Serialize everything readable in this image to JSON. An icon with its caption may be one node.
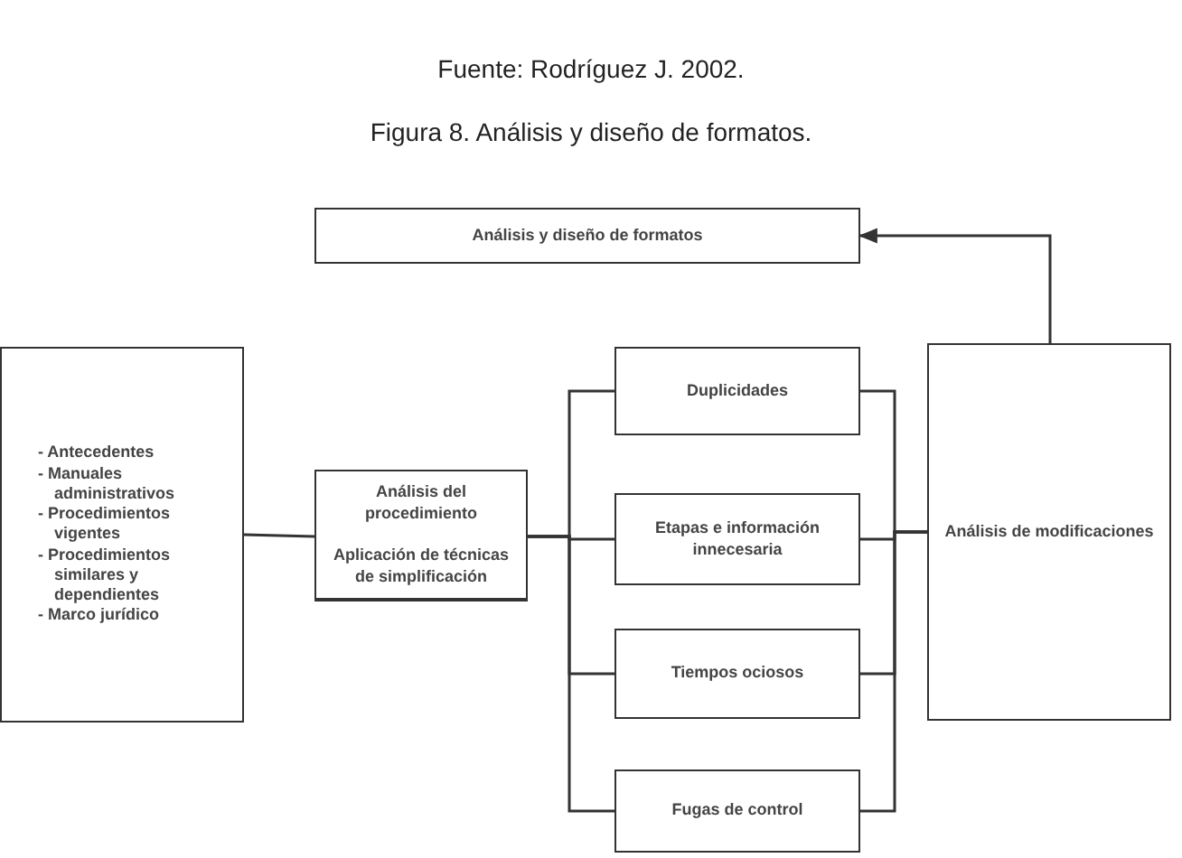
{
  "diagram": {
    "title": "Figura 8. Análisis y diseño de formatos.",
    "caption": "Fuente: Rodríguez J. 2002.",
    "nodes": [
      {
        "text": [
          "Análisis y diseño de formatos"
        ]
      },
      {
        "text": [
          "- Antecedentes",
          "- Manuales administrativos",
          "- Procedimientos vigentes",
          "- Procedimientos similares y dependientes",
          "- Marco jurídico"
        ]
      },
      {
        "text": [
          "Análisis del procedimiento",
          "Aplicación de técnicas de simplificación"
        ]
      },
      {
        "text": [
          "Duplicidades"
        ]
      },
      {
        "text": [
          "Etapas e información innecesaria"
        ]
      },
      {
        "text": [
          "Tiempos ociosos"
        ]
      },
      {
        "text": [
          "Fugas de control"
        ]
      },
      {
        "text": [
          "Análisis de modificaciones"
        ]
      }
    ],
    "edges": [
      {
        "from": 1,
        "to": 2,
        "arrow": "none"
      },
      {
        "from": 2,
        "to": 3,
        "arrow": "none"
      },
      {
        "from": 2,
        "to": 4,
        "arrow": "none"
      },
      {
        "from": 2,
        "to": 5,
        "arrow": "none"
      },
      {
        "from": 2,
        "to": 6,
        "arrow": "none"
      },
      {
        "from": 3,
        "to": 7,
        "arrow": "none"
      },
      {
        "from": 4,
        "to": 7,
        "arrow": "none"
      },
      {
        "from": 5,
        "to": 7,
        "arrow": "none"
      },
      {
        "from": 6,
        "to": 7,
        "arrow": "none"
      },
      {
        "from": 7,
        "to": 0,
        "arrow": "to"
      }
    ]
  }
}
